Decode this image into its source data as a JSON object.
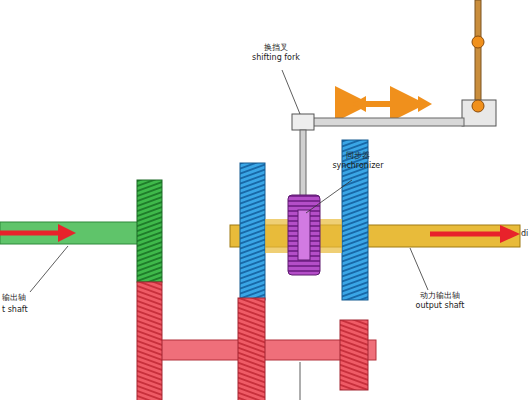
{
  "diagram": {
    "labels": [
      "换挡叉",
      "shifting fork",
      "同步器",
      "synchronizer",
      "输出轴",
      "t shaft",
      "动力输出轴",
      "output shaft",
      "di"
    ]
  }
}
